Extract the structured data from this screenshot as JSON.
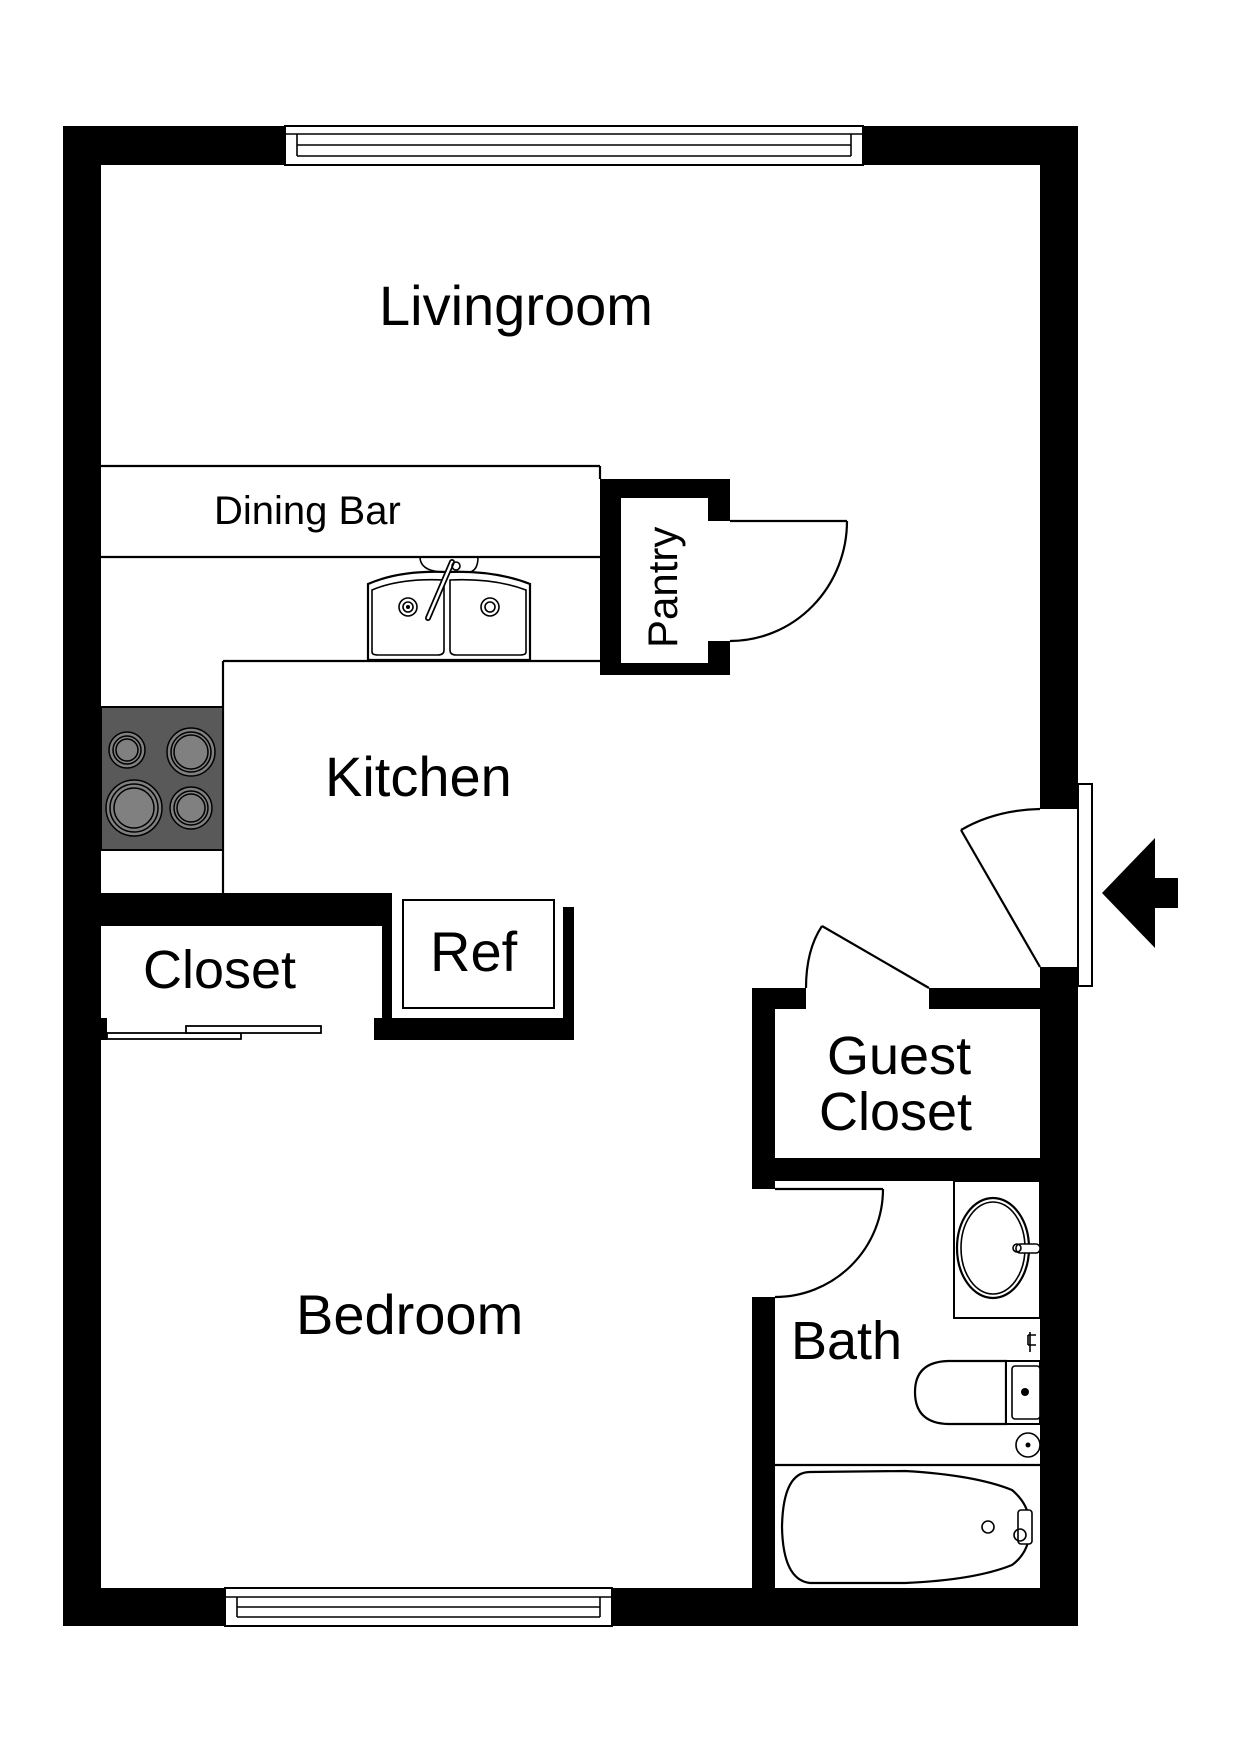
{
  "plan": {
    "colors": {
      "wall": "#000000",
      "background": "#ffffff",
      "stove": "#595959",
      "burner": "#808080"
    },
    "rooms": {
      "livingroom": "Livingroom",
      "dining_bar": "Dining Bar",
      "pantry": "Pantry",
      "kitchen": "Kitchen",
      "ref": "Ref",
      "closet": "Closet",
      "guest_closet_line1": "Guest",
      "guest_closet_line2": "Closet",
      "bedroom": "Bedroom",
      "bath": "Bath"
    },
    "fixtures": {
      "entry_arrow": "entrance-arrow",
      "sink": "double-kitchen-sink",
      "stove": "four-burner-cooktop",
      "vanity": "oval-lavatory-sink",
      "toilet": "toilet",
      "tub": "bathtub",
      "windows": [
        "top-window",
        "bottom-window"
      ]
    }
  }
}
